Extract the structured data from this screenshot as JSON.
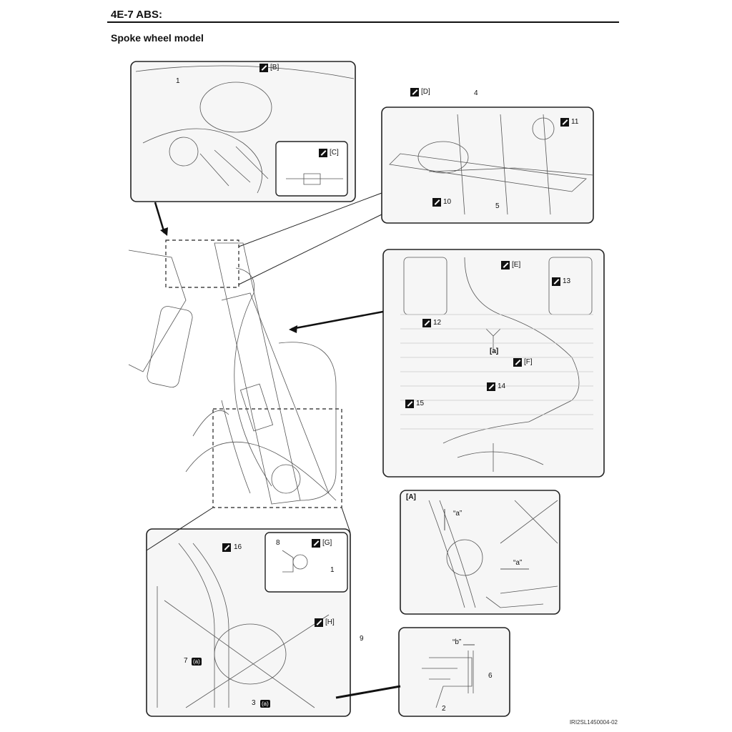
{
  "header": {
    "title": "4E-7  ABS:"
  },
  "subtitle": "Spoke wheel model",
  "figure_code": "IRI2SL1450004-02",
  "panels": {
    "top_left": {
      "callouts": [
        "[B]",
        "[C]",
        "1"
      ]
    },
    "top_right": {
      "callouts": [
        "[D]",
        "4",
        "11",
        "10",
        "5"
      ]
    },
    "mid_right": {
      "callouts": [
        "[E]",
        "13",
        "12",
        "[a]",
        "[F]",
        "14",
        "15"
      ]
    },
    "detail_a": {
      "callouts": [
        "[A]",
        "“a”",
        "“a”"
      ]
    },
    "bottom_left": {
      "callouts": [
        "16",
        "8",
        "[G]",
        "1",
        "[H]",
        "9",
        "7",
        "3"
      ]
    },
    "detail_b": {
      "callouts": [
        "“b”",
        "6",
        "2"
      ]
    }
  },
  "torque_marks": [
    "(a)",
    "(a)"
  ]
}
